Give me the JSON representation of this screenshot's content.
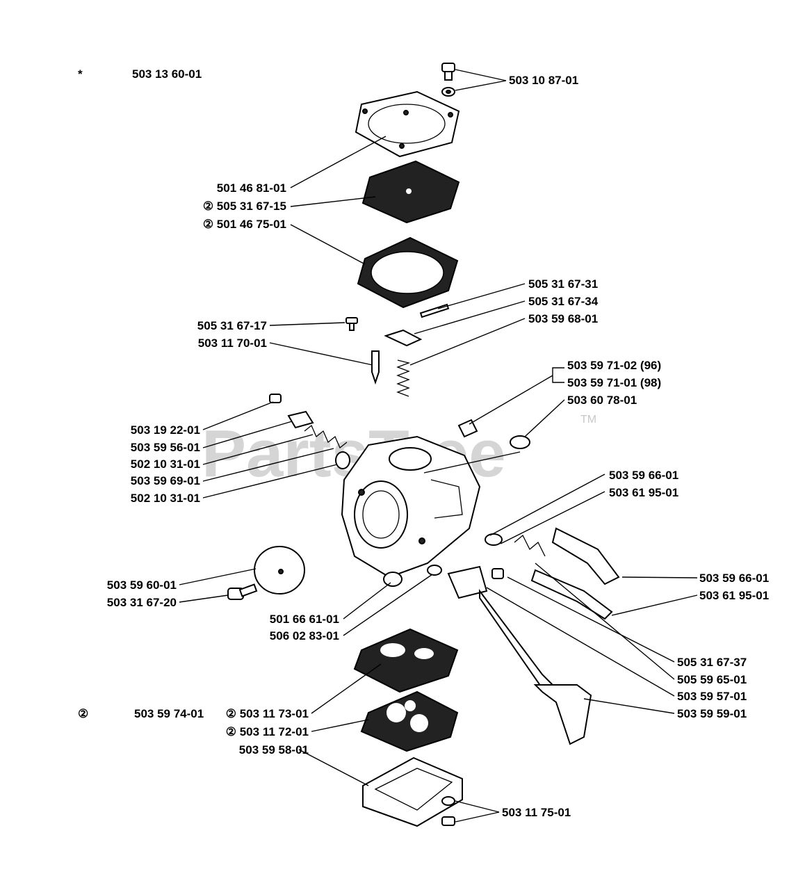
{
  "watermark": {
    "text": "PartsTree",
    "trademark": "TM"
  },
  "legend": [
    {
      "symbol": "*",
      "part": "503 13 60-01"
    },
    {
      "symbol": "②",
      "part": "503 59 74-01"
    }
  ],
  "labels": {
    "l_503_10_87": "503 10 87-01",
    "l_501_46_81": "501 46 81-01",
    "l_505_31_67_15": "② 505 31 67-15",
    "l_501_46_75": "② 501 46 75-01",
    "l_505_31_67_31": "505 31 67-31",
    "l_505_31_67_34": "505 31 67-34",
    "l_503_59_68": "503 59 68-01",
    "l_505_31_67_17": "505 31 67-17",
    "l_503_11_70": "503 11 70-01",
    "l_503_59_71_02": "503 59 71-02 (96)",
    "l_503_59_71_01": "503 59 71-01 (98)",
    "l_503_60_78": "503 60 78-01",
    "l_503_19_22": "503 19 22-01",
    "l_503_59_56": "503 59 56-01",
    "l_502_10_31_a": "502 10 31-01",
    "l_503_59_69": "503 59 69-01",
    "l_502_10_31_b": "502 10 31-01",
    "l_503_59_66_a": "503 59 66-01",
    "l_503_61_95_a": "503 61 95-01",
    "l_503_59_60": "503 59 60-01",
    "l_503_31_67_20": "503 31 67-20",
    "l_503_59_66_b": "503 59 66-01",
    "l_503_61_95_b": "503 61 95-01",
    "l_501_66_61": "501 66 61-01",
    "l_506_02_83": "506 02 83-01",
    "l_505_31_67_37": "505 31 67-37",
    "l_505_59_65": "505 59 65-01",
    "l_503_59_57": "503 59 57-01",
    "l_503_59_59": "503 59 59-01",
    "l_503_11_73": "② 503 11 73-01",
    "l_503_11_72": "② 503 11 72-01",
    "l_503_59_58": "503 59 58-01",
    "l_503_11_75": "503 11 75-01"
  }
}
